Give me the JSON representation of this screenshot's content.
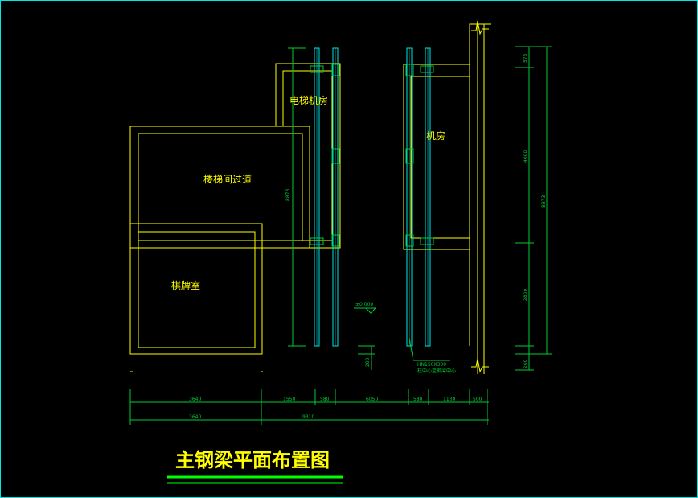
{
  "title": "主钢梁平面布置图",
  "rooms": {
    "elevator_machine_room": "电梯机房",
    "machine_room": "机房",
    "stair_passage": "楼梯间过道",
    "chess_room": "棋牌室"
  },
  "level_mark": "±0.000",
  "steel_note_1": "HN150X300",
  "steel_note_2": "柱中心至钢梁中心",
  "dims": {
    "left_vertical": "8873",
    "right_total": "8873",
    "right_top": "575",
    "right_mid_upper": "4000",
    "right_mid_lower": "2800",
    "right_bottom": "200",
    "left_bottom": "200",
    "row1": [
      "3640",
      "1550",
      "580",
      "6050",
      "580",
      "1130",
      "500"
    ],
    "row2": [
      "3640",
      "9310"
    ]
  },
  "colors": {
    "background": "#000000",
    "lines": "#ffff00",
    "beams": "#00e5e5",
    "dimensions": "#00cc33",
    "frame": "#00e5e5"
  }
}
